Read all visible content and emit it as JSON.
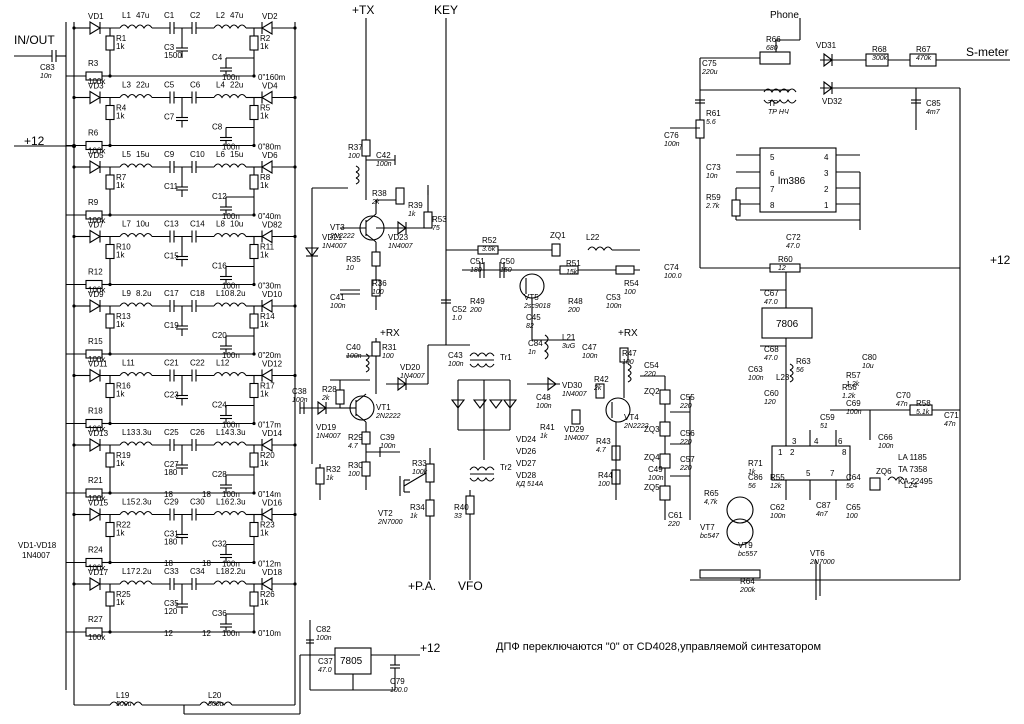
{
  "terminals": {
    "in_out": "IN/OUT",
    "plus12_left": "+12",
    "plus_tx": "+TX",
    "key": "KEY",
    "phone": "Phone",
    "s_meter": "S-meter",
    "plus12_right": "+12",
    "plus_pa": "+P.A.",
    "vfo": "VFO",
    "plus12_bottom": "+12",
    "plus_rx_1": "+RX",
    "plus_rx_2": "+RX"
  },
  "note": "ДПФ переключаются \"0\" от CD4028,управляемой синтезатором",
  "diode_note": [
    "VD1-VD18",
    "1N4007"
  ],
  "ic_labels": {
    "lm386": "lm386",
    "reg_7806": "7806",
    "reg_7805": "7805",
    "mixer_ic": [
      "LA 1185",
      "TA 7358",
      "KA 22495"
    ]
  },
  "lm386_pins": [
    "5",
    "4",
    "6",
    "3",
    "7",
    "2",
    "8",
    "1"
  ],
  "mixer_pins": [
    "1",
    "2",
    "3",
    "4",
    "5",
    "6",
    "7",
    "8"
  ],
  "filter_bands": [
    {
      "vd_l": "VD1",
      "vd_r": "VD2",
      "l1": "L1",
      "l1v": "47u",
      "c1": "C1",
      "c2": "C2",
      "l2": "L2",
      "l2v": "47u",
      "r1": "R1",
      "r1v": "1k",
      "r2": "R2",
      "r2v": "1k",
      "rp": "R3",
      "rpv": "100k",
      "cm": "C3",
      "cmv": "1500",
      "cb": "C4",
      "cbv": "100n",
      "band": "0\"160m"
    },
    {
      "vd_l": "VD3",
      "vd_r": "VD4",
      "l1": "L3",
      "l1v": "22u",
      "c1": "C5",
      "c2": "C6",
      "l2": "L4",
      "l2v": "22u",
      "r1": "R4",
      "r1v": "1k",
      "r2": "R5",
      "r2v": "1k",
      "rp": "R6",
      "rpv": "100k",
      "cm": "C7",
      "cmv": "",
      "cb": "C8",
      "cbv": "100n",
      "band": "0\"80m"
    },
    {
      "vd_l": "VD5",
      "vd_r": "VD6",
      "l1": "L5",
      "l1v": "15u",
      "c1": "C9",
      "c2": "C10",
      "l2": "L6",
      "l2v": "15u",
      "r1": "R7",
      "r1v": "1k",
      "r2": "R8",
      "r2v": "1k",
      "rp": "R9",
      "rpv": "100k",
      "cm": "C11",
      "cmv": "",
      "cb": "C12",
      "cbv": "100n",
      "band": "0\"40m"
    },
    {
      "vd_l": "VD7",
      "vd_r": "VD82",
      "l1": "L7",
      "l1v": "10u",
      "c1": "C13",
      "c2": "C14",
      "l2": "L8",
      "l2v": "10u",
      "r1": "R10",
      "r1v": "1k",
      "r2": "R11",
      "r2v": "1k",
      "rp": "R12",
      "rpv": "100k",
      "cm": "C15",
      "cmv": "",
      "cb": "C16",
      "cbv": "100n",
      "band": "0\"30m"
    },
    {
      "vd_l": "VD9",
      "vd_r": "VD10",
      "l1": "L9",
      "l1v": "8.2u",
      "c1": "C17",
      "c2": "C18",
      "l2": "L10",
      "l2v": "8.2u",
      "r1": "R13",
      "r1v": "1k",
      "r2": "R14",
      "r2v": "1k",
      "rp": "R15",
      "rpv": "100k",
      "cm": "C19",
      "cmv": "",
      "cb": "C20",
      "cbv": "100n",
      "band": "0\"20m"
    },
    {
      "vd_l": "VD11",
      "vd_r": "VD12",
      "l1": "L11",
      "l1v": "",
      "c1": "C21",
      "c2": "C22",
      "l2": "L12",
      "l2v": "",
      "r1": "R16",
      "r1v": "1k",
      "r2": "R17",
      "r2v": "1k",
      "rp": "R18",
      "rpv": "100k",
      "cm": "C23",
      "cmv": "",
      "cb": "C24",
      "cbv": "100n",
      "band": "0\"17m"
    },
    {
      "vd_l": "VD13",
      "vd_r": "VD14",
      "l1": "L13",
      "l1v": "3.3u",
      "c1": "C25",
      "c2": "C26",
      "l2": "L14",
      "l2v": "3.3u",
      "r1": "R19",
      "r1v": "1k",
      "r2": "R20",
      "r2v": "1k",
      "rp": "R21",
      "rpv": "100k",
      "cm": "C27",
      "cmv": "180",
      "cb": "C28",
      "cbv": "100n",
      "band": "0\"14m"
    },
    {
      "vd_l": "VD15",
      "vd_r": "VD16",
      "l1": "L15",
      "l1v": "2.3u",
      "c1": "C29",
      "c2": "C30",
      "l2": "L16",
      "l2v": "2.3u",
      "r1": "R22",
      "r1v": "1k",
      "r2": "R23",
      "r2v": "1k",
      "rp": "R24",
      "rpv": "100k",
      "cm": "C31",
      "cmv": "180",
      "cb": "C32",
      "cbv": "100n",
      "band": "0\"12m"
    },
    {
      "vd_l": "VD17",
      "vd_r": "VD18",
      "l1": "L17",
      "l1v": "2.2u",
      "c1": "C33",
      "c2": "C34",
      "l2": "L18",
      "l2v": "2.2u",
      "r1": "R25",
      "r1v": "1k",
      "r2": "R26",
      "r2v": "1k",
      "rp": "R27",
      "rpv": "100k",
      "cm": "C35",
      "cmv": "120",
      "cb": "C36",
      "cbv": "100n",
      "band": "0\"10m"
    }
  ],
  "filter_cap_values": {
    "c25": "18",
    "c26": "18",
    "c29": "18",
    "c30": "18",
    "c33": "12",
    "c34": "12"
  },
  "components": [
    {
      "id": "C83",
      "v": "10n"
    },
    {
      "id": "L19",
      "v": "500u"
    },
    {
      "id": "L20",
      "v": "500u"
    },
    {
      "id": "C38",
      "v": "100n"
    },
    {
      "id": "C82",
      "v": "100n"
    },
    {
      "id": "C37",
      "v": "47.0"
    },
    {
      "id": "C79",
      "v": "100.0"
    },
    {
      "id": "R37",
      "v": "100"
    },
    {
      "id": "C42",
      "v": "100n"
    },
    {
      "id": "R38",
      "v": "2k"
    },
    {
      "id": "VT3",
      "v": "2N2222"
    },
    {
      "id": "R39",
      "v": "1k"
    },
    {
      "id": "R53",
      "v": "75"
    },
    {
      "id": "VD23",
      "v": "1N4007"
    },
    {
      "id": "VD21",
      "v": "1N4007"
    },
    {
      "id": "R35",
      "v": "10"
    },
    {
      "id": "R36",
      "v": "100"
    },
    {
      "id": "C41",
      "v": "100n"
    },
    {
      "id": "C40",
      "v": "100n"
    },
    {
      "id": "R31",
      "v": "100"
    },
    {
      "id": "VD20",
      "v": "1N4007"
    },
    {
      "id": "R28",
      "v": "2k"
    },
    {
      "id": "VT1",
      "v": "2N2222"
    },
    {
      "id": "VD19",
      "v": "1N4007"
    },
    {
      "id": "R29",
      "v": "4.7"
    },
    {
      "id": "C39",
      "v": "100n"
    },
    {
      "id": "R30",
      "v": "100"
    },
    {
      "id": "R32",
      "v": "1k"
    },
    {
      "id": "R33",
      "v": "100k"
    },
    {
      "id": "R34",
      "v": "1k"
    },
    {
      "id": "VT2",
      "v": "2N7000"
    },
    {
      "id": "R40",
      "v": "33"
    },
    {
      "id": "C43",
      "v": "100n"
    },
    {
      "id": "Tr1",
      "v": ""
    },
    {
      "id": "Tr2",
      "v": ""
    },
    {
      "id": "VD24",
      "v": ""
    },
    {
      "id": "VD26",
      "v": ""
    },
    {
      "id": "VD27",
      "v": ""
    },
    {
      "id": "VD28",
      "v": "КД 514А"
    },
    {
      "id": "R52",
      "v": "3.6k"
    },
    {
      "id": "ZQ1",
      "v": ""
    },
    {
      "id": "L22",
      "v": ""
    },
    {
      "id": "C51",
      "v": "180"
    },
    {
      "id": "C50",
      "v": "150"
    },
    {
      "id": "R51",
      "v": "15k"
    },
    {
      "id": "R54",
      "v": "100"
    },
    {
      "id": "C53",
      "v": "100n"
    },
    {
      "id": "R49",
      "v": "200"
    },
    {
      "id": "VT5",
      "v": "2sc9018"
    },
    {
      "id": "R48",
      "v": "200"
    },
    {
      "id": "C52",
      "v": "1.0"
    },
    {
      "id": "C45",
      "v": "82"
    },
    {
      "id": "L21",
      "v": "3uG"
    },
    {
      "id": "C84",
      "v": "1n"
    },
    {
      "id": "C47",
      "v": "100n"
    },
    {
      "id": "R47",
      "v": "100"
    },
    {
      "id": "C48",
      "v": "100n"
    },
    {
      "id": "VD30",
      "v": "1N4007"
    },
    {
      "id": "R42",
      "v": "2k"
    },
    {
      "id": "C54",
      "v": "220"
    },
    {
      "id": "VT4",
      "v": "2N2222"
    },
    {
      "id": "R41",
      "v": "1k"
    },
    {
      "id": "VD29",
      "v": "1N4007"
    },
    {
      "id": "R43",
      "v": "4.7"
    },
    {
      "id": "R44",
      "v": "100"
    },
    {
      "id": "ZQ2",
      "v": ""
    },
    {
      "id": "C55",
      "v": "220"
    },
    {
      "id": "ZQ3",
      "v": ""
    },
    {
      "id": "C56",
      "v": "220"
    },
    {
      "id": "ZQ4",
      "v": ""
    },
    {
      "id": "C49",
      "v": "100n"
    },
    {
      "id": "C57",
      "v": "220"
    },
    {
      "id": "ZQ5",
      "v": ""
    },
    {
      "id": "C61",
      "v": "220"
    },
    {
      "id": "R66",
      "v": "680"
    },
    {
      "id": "C75",
      "v": "220u"
    },
    {
      "id": "VD31",
      "v": ""
    },
    {
      "id": "R68",
      "v": "300k"
    },
    {
      "id": "R67",
      "v": "470k"
    },
    {
      "id": "VD32",
      "v": ""
    },
    {
      "id": "TP",
      "v": "ТР НЧ"
    },
    {
      "id": "C85",
      "v": "4m7"
    },
    {
      "id": "R61",
      "v": "5.6"
    },
    {
      "id": "C76",
      "v": "100n"
    },
    {
      "id": "C73",
      "v": "10n"
    },
    {
      "id": "R59",
      "v": "2.7k"
    },
    {
      "id": "C72",
      "v": "47.0"
    },
    {
      "id": "C74",
      "v": "100.0"
    },
    {
      "id": "R60",
      "v": "12"
    },
    {
      "id": "C67",
      "v": "47.0"
    },
    {
      "id": "C68",
      "v": "47.0"
    },
    {
      "id": "C63",
      "v": "100n"
    },
    {
      "id": "R63",
      "v": "56"
    },
    {
      "id": "L23",
      "v": ""
    },
    {
      "id": "C60",
      "v": "120"
    },
    {
      "id": "R56",
      "v": "1.2k"
    },
    {
      "id": "R57",
      "v": "1.2k"
    },
    {
      "id": "C80",
      "v": "10u"
    },
    {
      "id": "C59",
      "v": "51"
    },
    {
      "id": "C69",
      "v": "100n"
    },
    {
      "id": "C70",
      "v": "47n"
    },
    {
      "id": "R58",
      "v": "5.1k"
    },
    {
      "id": "C71",
      "v": "47n"
    },
    {
      "id": "C66",
      "v": "100n"
    },
    {
      "id": "R71",
      "v": "1k"
    },
    {
      "id": "C86",
      "v": "56"
    },
    {
      "id": "R55",
      "v": "12k"
    },
    {
      "id": "C62",
      "v": "100n"
    },
    {
      "id": "C87",
      "v": "4n7"
    },
    {
      "id": "C64",
      "v": "56"
    },
    {
      "id": "C65",
      "v": "100"
    },
    {
      "id": "ZQ6",
      "v": ""
    },
    {
      "id": "L24",
      "v": ""
    },
    {
      "id": "R65",
      "v": "4,7k"
    },
    {
      "id": "VT7",
      "v": "bc547"
    },
    {
      "id": "VT9",
      "v": "bc557"
    },
    {
      "id": "R64",
      "v": "200k"
    },
    {
      "id": "VT6",
      "v": "2N7000"
    }
  ]
}
